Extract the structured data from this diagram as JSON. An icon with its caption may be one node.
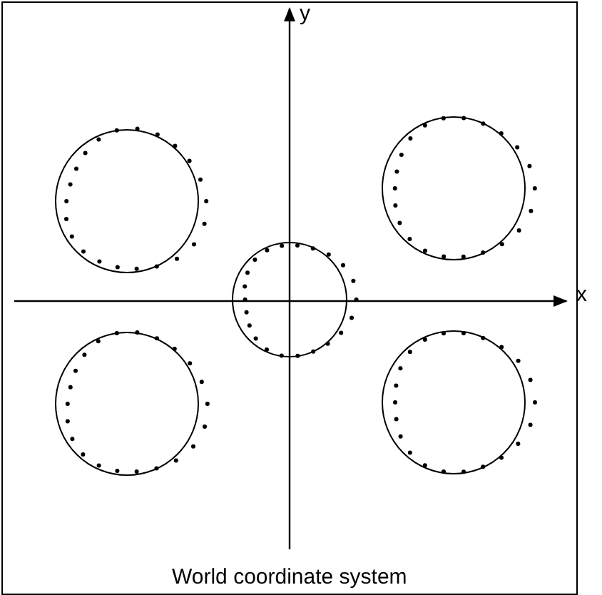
{
  "diagram": {
    "caption": "World coordinate system",
    "labels": [
      "y",
      "x"
    ]
  }
}
